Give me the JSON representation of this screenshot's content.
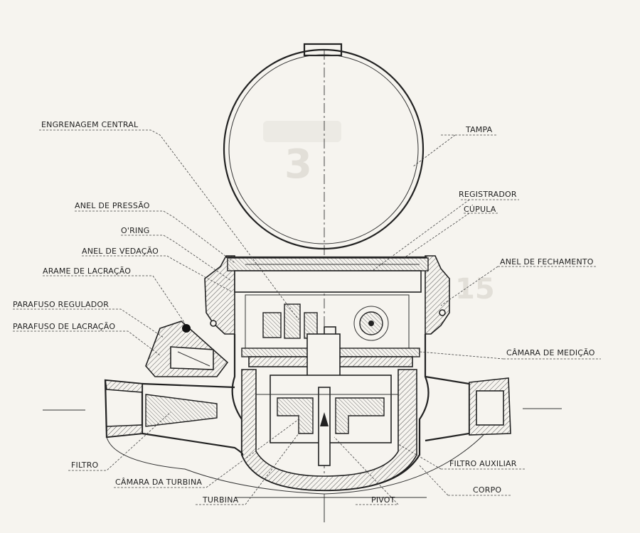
{
  "labels": {
    "engrenagem_central": "ENGRENAGEM CENTRAL",
    "tampa": "TAMPA",
    "registrador": "REGISTRADOR",
    "cupula": "CÚPULA",
    "anel_pressao": "ANEL DE PRESSÃO",
    "oring": "O'RING",
    "anel_vedacao": "ANEL DE VEDAÇÃO",
    "arame_lacracao": "ARAME DE LACRAÇÃO",
    "anel_fechamento": "ANEL DE FECHAMENTO",
    "parafuso_regulador": "PARAFUSO REGULADOR",
    "parafuso_lacracao": "PARAFUSO DE LACRAÇÃO",
    "camara_medicao": "CÂMARA DE MEDIÇÃO",
    "filtro": "FILTRO",
    "camara_turbina": "CÂMARA DA TURBINA",
    "turbina": "TURBINA",
    "pivot": "PIVOT",
    "filtro_auxiliar": "FILTRO AUXILIAR",
    "corpo": "CORPO"
  },
  "bg_digits": {
    "d1": "3",
    "d2": "15"
  }
}
